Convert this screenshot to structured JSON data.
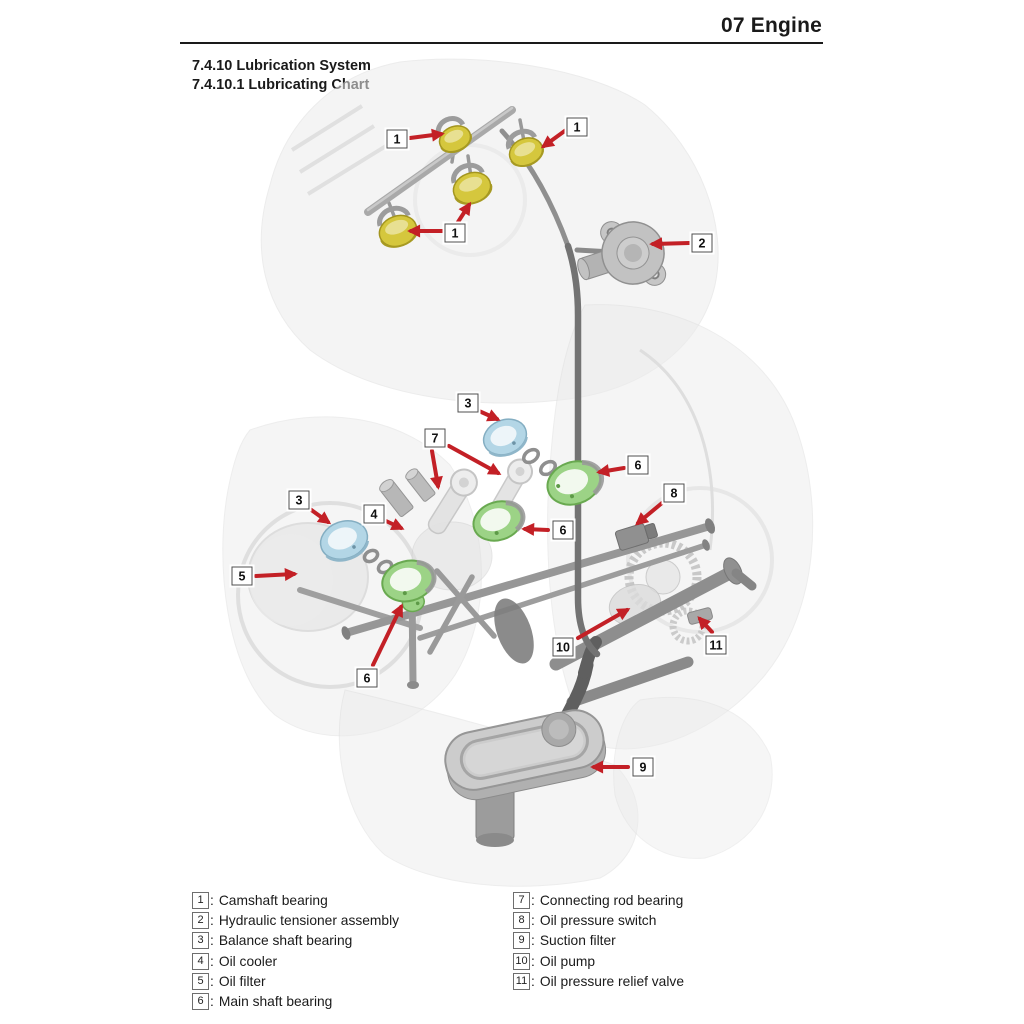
{
  "header": {
    "title": "07 Engine"
  },
  "headings": {
    "section": "7.4.10 Lubrication System",
    "subsection": "7.4.10.1 Lubricating Chart"
  },
  "diagram": {
    "callouts": [
      {
        "n": "1"
      },
      {
        "n": "1"
      },
      {
        "n": "1"
      },
      {
        "n": "2"
      },
      {
        "n": "3"
      },
      {
        "n": "3"
      },
      {
        "n": "4"
      },
      {
        "n": "5"
      },
      {
        "n": "6"
      },
      {
        "n": "6"
      },
      {
        "n": "6"
      },
      {
        "n": "7"
      },
      {
        "n": "8"
      },
      {
        "n": "9"
      },
      {
        "n": "10"
      },
      {
        "n": "11"
      }
    ],
    "colors": {
      "camshaft_bearing": "#d5c73d",
      "balance_shaft_bearing": "#b3d6e6",
      "main_shaft_bearing": "#9cd386",
      "callout_arrow": "#c32026"
    }
  },
  "legend": {
    "separator": ":",
    "left": [
      {
        "num": "1",
        "label": "Camshaft bearing"
      },
      {
        "num": "2",
        "label": "Hydraulic tensioner assembly"
      },
      {
        "num": "3",
        "label": "Balance shaft bearing"
      },
      {
        "num": "4",
        "label": "Oil cooler"
      },
      {
        "num": "5",
        "label": "Oil filter"
      },
      {
        "num": "6",
        "label": "Main shaft bearing"
      }
    ],
    "right": [
      {
        "num": "7",
        "label": "Connecting rod bearing"
      },
      {
        "num": "8",
        "label": "Oil pressure switch"
      },
      {
        "num": "9",
        "label": "Suction filter"
      },
      {
        "num": "10",
        "label": "Oil pump"
      },
      {
        "num": "11",
        "label": "Oil pressure relief valve"
      }
    ]
  }
}
